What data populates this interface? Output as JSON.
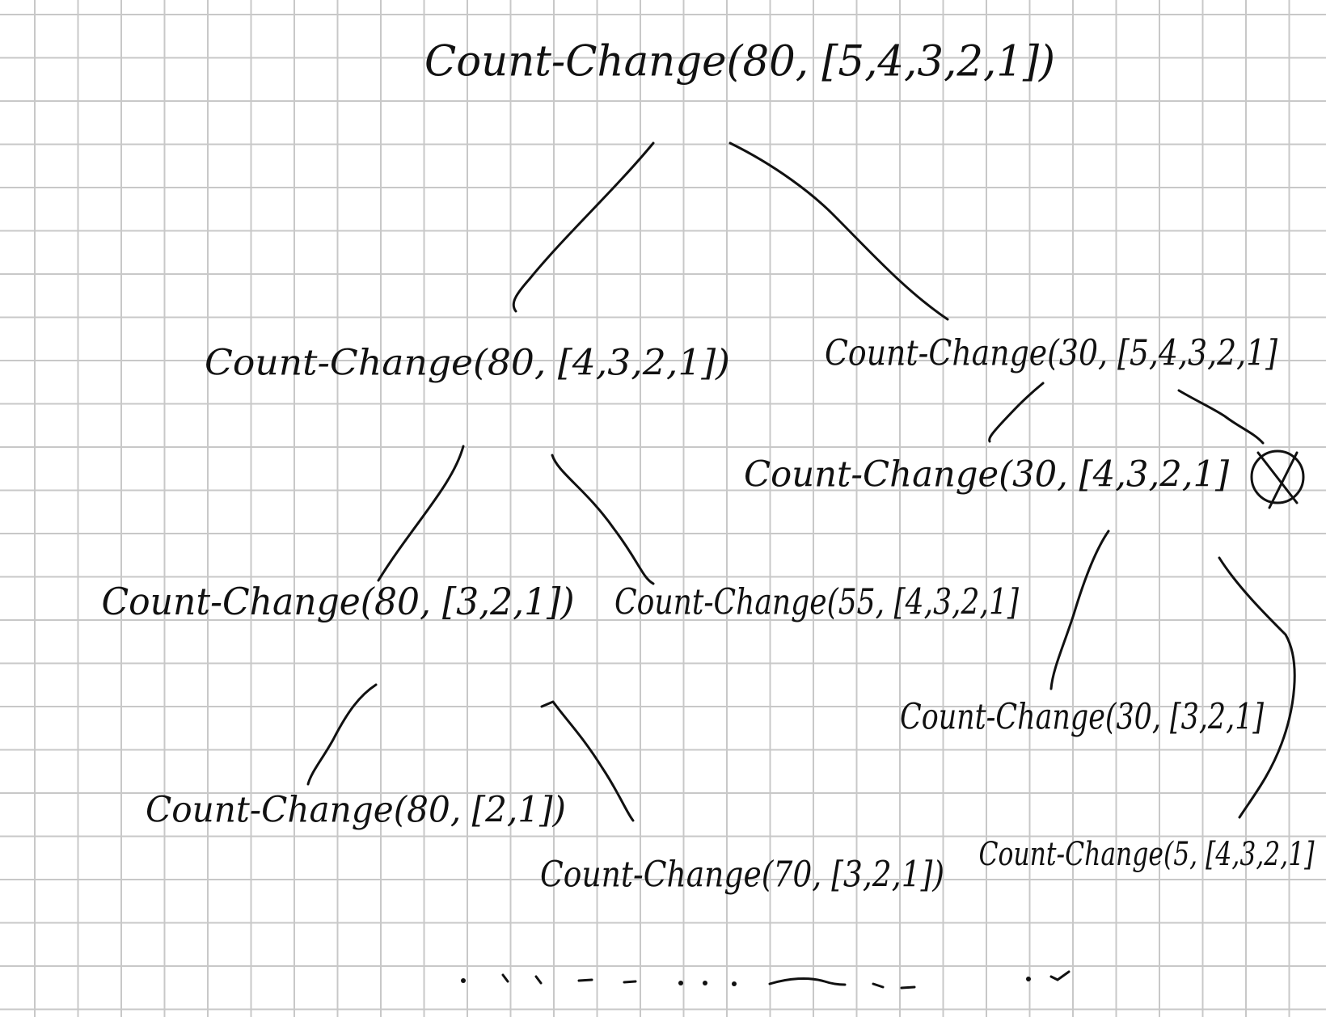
{
  "diagram": {
    "nodes": [
      {
        "id": "root",
        "label": "Count-Change(80, [5,4,3,2,1])"
      },
      {
        "id": "n-left",
        "label": "Count-Change(80, [4,3,2,1])"
      },
      {
        "id": "n-right",
        "label": "Count-Change(30, [5,4,3,2,1]"
      },
      {
        "id": "n-30-4321",
        "label": "Count-Change(30, [4,3,2,1]"
      },
      {
        "id": "n-80-321",
        "label": "Count-Change(80, [3,2,1])"
      },
      {
        "id": "n-55-4321",
        "label": "Count-Change(55, [4,3,2,1]"
      },
      {
        "id": "n-80-21",
        "label": "Count-Change(80, [2,1])"
      },
      {
        "id": "n-70-321",
        "label": "Count-Change(70, [3,2,1])"
      },
      {
        "id": "n-30-321",
        "label": "Count-Change(30, [3,2,1]"
      },
      {
        "id": "n-5-4321",
        "label": "Count-Change(5, [4,3,2,1]"
      }
    ],
    "edges": [
      {
        "from": "root",
        "to": "n-left"
      },
      {
        "from": "root",
        "to": "n-right"
      },
      {
        "from": "n-left",
        "to": "n-80-321"
      },
      {
        "from": "n-left",
        "to": "n-55-4321"
      },
      {
        "from": "n-right",
        "to": "n-30-4321"
      },
      {
        "from": "n-right",
        "to": "crossed-circle"
      },
      {
        "from": "n-80-321",
        "to": "n-80-21"
      },
      {
        "from": "n-80-321",
        "to": "n-70-321"
      },
      {
        "from": "n-30-4321",
        "to": "n-30-321"
      },
      {
        "from": "n-30-4321",
        "to": "n-5-4321"
      }
    ],
    "terminal_mark": "crossed-circle-icon",
    "continuation_mark": "ellipsis-dots",
    "ink_color": "#111111",
    "grid_color": "#c8c8c8"
  }
}
